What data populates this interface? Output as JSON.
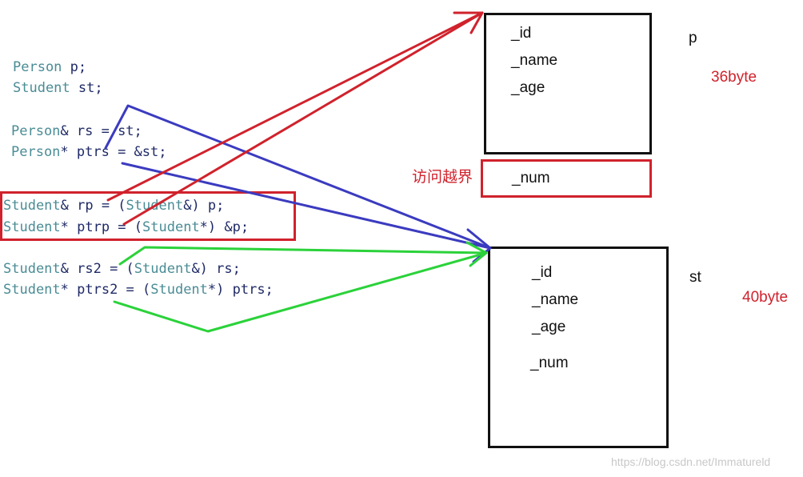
{
  "code": {
    "line1": {
      "type": "Person",
      "rest": " p;"
    },
    "line2": {
      "type": "Student",
      "rest": " st;"
    },
    "line3": {
      "type": "Person",
      "rest": "& rs = st;"
    },
    "line4": {
      "type": "Person",
      "rest": "* ptrs = &st;"
    },
    "line5": {
      "type": "Student",
      "rest": "& rp = (",
      "type2": "Student",
      "rest2": "&) p;"
    },
    "line6": {
      "type": "Student",
      "rest": "* ptrp = (",
      "type2": "Student",
      "rest2": "*) &p;"
    },
    "line7": {
      "type": "Student",
      "rest": "& rs2 = (",
      "type2": "Student",
      "rest2": "&) rs;"
    },
    "line8": {
      "type": "Student",
      "rest": "* ptrs2 = (",
      "type2": "Student",
      "rest2": "*) ptrs;"
    }
  },
  "p_object": {
    "fields": [
      "_id",
      "_name",
      "_age"
    ],
    "label": "p",
    "size": "36byte"
  },
  "overflow": {
    "label": "访问越界",
    "field": "_num"
  },
  "st_object": {
    "fields": [
      "_id",
      "_name",
      "_age",
      "_num"
    ],
    "label": "st",
    "size": "40byte"
  },
  "watermark": "https://blog.csdn.net/Immatureld",
  "colors": {
    "red": "#d0222c",
    "blue": "#3b3bc0",
    "green": "#2bd23a",
    "code_type": "#4a8c95",
    "code_text": "#1f2a66"
  }
}
